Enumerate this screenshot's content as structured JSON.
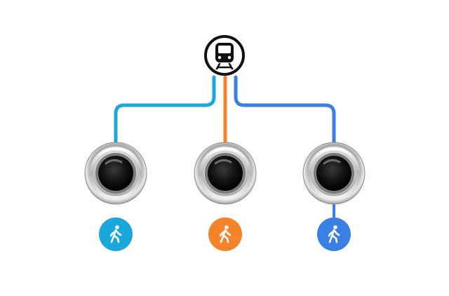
{
  "diagram": {
    "root": {
      "icon": "train-icon",
      "stroke_color": "#111111"
    },
    "branches": [
      {
        "color": "#1aa7dc",
        "button_icon": "round-push-button",
        "badge_icon": "pedestrian-walk-icon"
      },
      {
        "color": "#f5832a",
        "button_icon": "round-push-button",
        "badge_icon": "pedestrian-walk-icon"
      },
      {
        "color": "#3a7fe3",
        "button_icon": "round-push-button",
        "badge_icon": "pedestrian-walk-icon"
      }
    ]
  }
}
